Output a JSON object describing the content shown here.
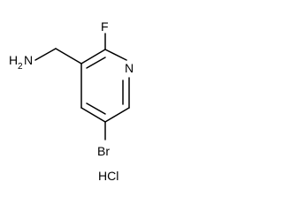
{
  "molecule": {
    "labels": {
      "nh2_h": "H",
      "nh2_n": "N",
      "nh2_subscript": "2",
      "fluorine": "F",
      "ring_nitrogen": "N",
      "bromine": "Br",
      "salt": "HCl"
    },
    "colors": {
      "bond": "#000000",
      "text": "#000000",
      "background": "#ffffff"
    }
  }
}
